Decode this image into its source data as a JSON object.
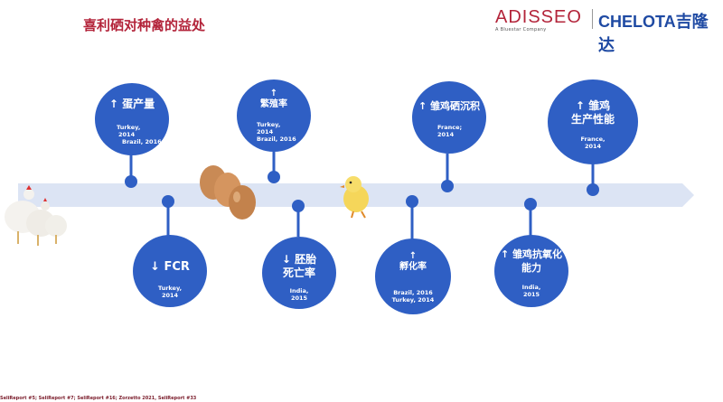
{
  "title": "喜利硒对种禽的益处",
  "logos": {
    "adisseo": "ADISSEO",
    "adisseo_tag": "A Bluestar Company",
    "chelota": "CHELOTA吉隆达"
  },
  "benefits": [
    {
      "head": "↑ 蛋产量",
      "src1": "Turkey,",
      "src2": "2014",
      "src3": "Brazil, 2016"
    },
    {
      "head": "↓ FCR",
      "src1": "Turkey,",
      "src2": "2014",
      "src3": ""
    },
    {
      "head": "↑ 繁殖率",
      "src1": "Turkey,",
      "src2": "2014",
      "src3": "Brazil, 2016"
    },
    {
      "head": "↓ 胚胎死亡率",
      "src1": "India,",
      "src2": "2015",
      "src3": ""
    },
    {
      "head": "↑ 孵化率",
      "src1": "Brazil, 2016",
      "src2": "Turkey, 2014",
      "src3": ""
    },
    {
      "head": "↑ 雏鸡硒沉积",
      "src1": "France;",
      "src2": "2014",
      "src3": ""
    },
    {
      "head": "↑ 雏鸡抗氧化能力",
      "src1": "India,",
      "src2": "2015",
      "src3": ""
    },
    {
      "head": "↑ 雏鸡生产性能",
      "src1": "France,",
      "src2": "2014",
      "src3": ""
    }
  ],
  "footer": "SeliReport #5; SeliReport #7; SeliReport #16; Zorzetto 2021, SeliReport #33",
  "colors": {
    "circle": "#2f5fc4",
    "title": "#b3243a",
    "band": "#dce4f4"
  }
}
